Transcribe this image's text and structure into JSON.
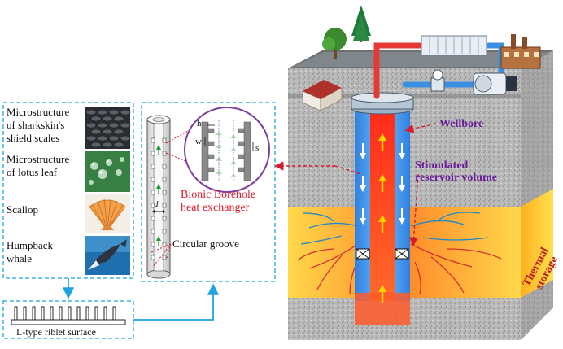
{
  "left_panel": {
    "items": [
      {
        "label": "Microstructure\nof sharkskin's\nshield scales"
      },
      {
        "label": "Microstructure\nof lotus leaf"
      },
      {
        "label": "Scallop"
      },
      {
        "label": "Humpback\nwhale"
      }
    ],
    "riblet_label": "L-type riblet surface"
  },
  "middle_panel": {
    "dimension_d": "d",
    "dimension_h": "h",
    "dimension_w": "w",
    "dimension_s": "s",
    "exchanger_label": "Bionic Borehole\nheat exchanger",
    "groove_label": "Circular groove"
  },
  "reservoir": {
    "wellbore_label": "Wellbore",
    "srv_label": "Stimulated\nreservoir volume",
    "thermal_label": "Thermal\nstorage"
  },
  "colors": {
    "dash_blue": "#1ea3dc",
    "red_text": "#d81b2b",
    "purple_text": "#6a1b9a",
    "cold_pipe": "#3b8fe0",
    "hot_pipe": "#e53935"
  }
}
